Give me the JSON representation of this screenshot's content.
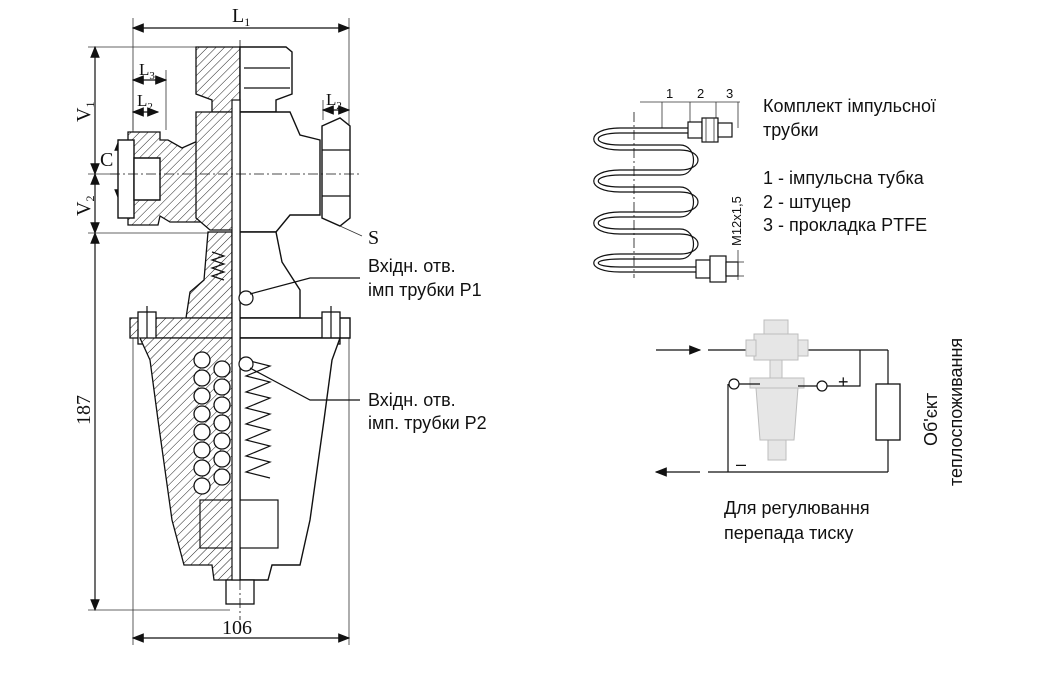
{
  "drawing": {
    "dimensions": {
      "L1": "L",
      "L1_sub": "1",
      "L3": "L",
      "L3_sub": "3",
      "L2_left": "L",
      "L2_left_sub": "2",
      "L2_right": "L",
      "L2_right_sub": "2",
      "V1": "V",
      "V1_sub": "1",
      "V2": "V",
      "V2_sub": "2",
      "C": "C",
      "S": "S",
      "height": "187",
      "width": "106"
    },
    "callouts": {
      "p1_line1": "Вхідн. отв.",
      "p1_line2": "імп трубки P1",
      "p2_line1": "Вхідн. отв.",
      "p2_line2": "імп. трубки P2"
    }
  },
  "tube_kit": {
    "title_line1": "Комплект імпульсної",
    "title_line2": "трубки",
    "markers": [
      "1",
      "2",
      "3"
    ],
    "thread": "M12x1,5",
    "legend": [
      "1 - імпульсна тубка",
      "2 -  штуцер",
      "3 - прокладка PTFE"
    ]
  },
  "scheme": {
    "plus": "+",
    "minus": "–",
    "object_line1": "Об'єкт",
    "object_line2": "теплоспоживання",
    "caption_line1": "Для регулювання",
    "caption_line2": "перепада тиску"
  }
}
